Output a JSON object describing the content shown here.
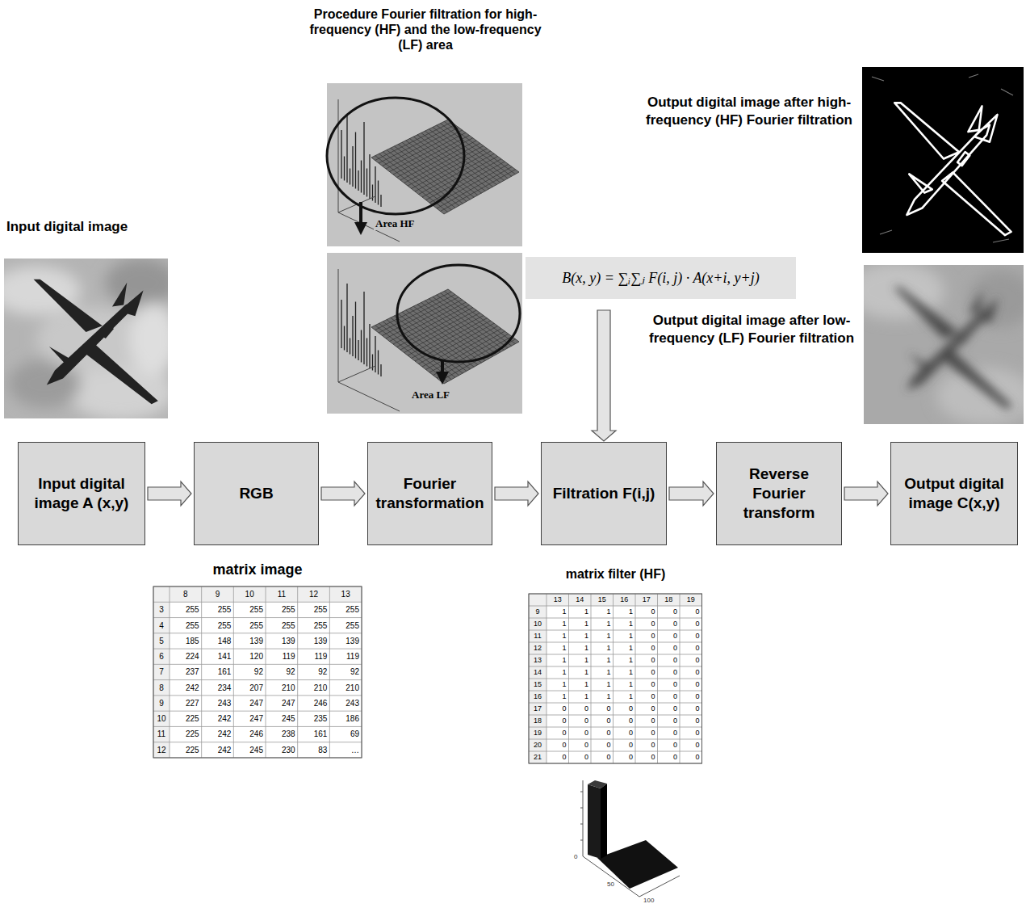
{
  "diagram": {
    "title": "Procedure Fourier filtration for high-frequency (HF) and the low-frequency (LF) area",
    "nodes": [
      {
        "text": [
          "B(x, y) = ∑ᵢ∑ⱼ F(i, j) · A(x+i, y+j)"
        ]
      },
      {
        "text": [
          "Input digital image A (x,y)"
        ]
      },
      {
        "text": [
          "RGB"
        ]
      },
      {
        "text": [
          "Fourier transformation"
        ]
      },
      {
        "text": [
          "Filtration F(i,j)"
        ]
      },
      {
        "text": [
          "Reverse Fourier transform"
        ]
      },
      {
        "text": [
          "Output digital image C(x,y)"
        ]
      }
    ],
    "edges": [
      {
        "from": 1,
        "to": 2,
        "arrow": "to"
      },
      {
        "from": 2,
        "to": 3,
        "arrow": "to"
      },
      {
        "from": 3,
        "to": 4,
        "arrow": "to"
      },
      {
        "from": 4,
        "to": 5,
        "arrow": "to"
      },
      {
        "from": 5,
        "to": 6,
        "arrow": "to"
      },
      {
        "from": 0,
        "to": 4,
        "arrow": "to"
      }
    ],
    "labels": [
      "Input digital image",
      "Output digital image after high-frequency (HF) Fourier filtration",
      "Output digital image after low-frequency (LF) Fourier filtration",
      "Area HF",
      "Area LF",
      "matrix image",
      "8",
      "9",
      "10",
      "11",
      "12",
      "13",
      "3",
      "255",
      "255",
      "255",
      "255",
      "255",
      "255",
      "4",
      "255",
      "255",
      "255",
      "255",
      "255",
      "255",
      "5",
      "185",
      "148",
      "139",
      "139",
      "139",
      "139",
      "6",
      "224",
      "141",
      "120",
      "119",
      "119",
      "119",
      "7",
      "237",
      "161",
      "92",
      "92",
      "92",
      "92",
      "8",
      "242",
      "234",
      "207",
      "210",
      "210",
      "210",
      "9",
      "227",
      "243",
      "247",
      "247",
      "246",
      "243",
      "10",
      "225",
      "242",
      "247",
      "245",
      "235",
      "186",
      "11",
      "225",
      "242",
      "246",
      "238",
      "161",
      "69",
      "12",
      "225",
      "242",
      "245",
      "230",
      "83",
      "…",
      "matrix filter (HF)",
      "13",
      "14",
      "15",
      "16",
      "17",
      "18",
      "19",
      "9",
      "1",
      "1",
      "1",
      "1",
      "0",
      "0",
      "0",
      "10",
      "1",
      "1",
      "1",
      "1",
      "0",
      "0",
      "0",
      "11",
      "1",
      "1",
      "1",
      "1",
      "0",
      "0",
      "0",
      "12",
      "1",
      "1",
      "1",
      "1",
      "0",
      "0",
      "0",
      "13",
      "1",
      "1",
      "1",
      "1",
      "0",
      "0",
      "0",
      "14",
      "1",
      "1",
      "1",
      "1",
      "0",
      "0",
      "0",
      "15",
      "1",
      "1",
      "1",
      "1",
      "0",
      "0",
      "0",
      "16",
      "1",
      "1",
      "1",
      "1",
      "0",
      "0",
      "0",
      "17",
      "0",
      "0",
      "0",
      "0",
      "0",
      "0",
      "0",
      "18",
      "0",
      "0",
      "0",
      "0",
      "0",
      "0",
      "0",
      "19",
      "0",
      "0",
      "0",
      "0",
      "0",
      "0",
      "0",
      "20",
      "0",
      "0",
      "0",
      "0",
      "0",
      "0",
      "0",
      "21",
      "0",
      "0",
      "0",
      "0",
      "0",
      "0",
      "0",
      "0",
      "50",
      "100"
    ]
  }
}
